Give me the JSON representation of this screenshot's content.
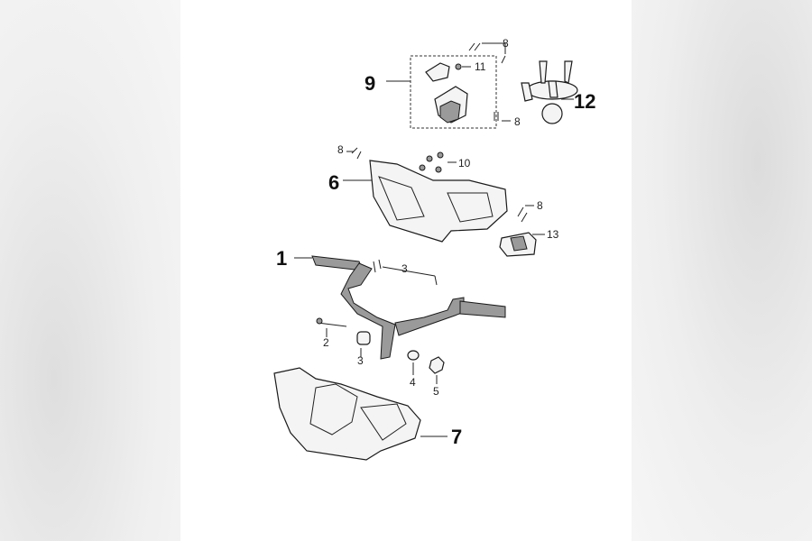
{
  "callouts": {
    "c1": "1",
    "c2": "2",
    "c3a": "3",
    "c3b": "3",
    "c4": "4",
    "c5": "5",
    "c6": "6",
    "c7": "7",
    "c8a": "8",
    "c8b": "8",
    "c8c": "8",
    "c8d": "8",
    "c9": "9",
    "c10": "10",
    "c11": "11",
    "c12": "12",
    "c13": "13"
  },
  "icons": {
    "handlebar": "handlebar-icon",
    "rear-cover": "handlebar-rear-cover-icon",
    "front-cover": "handlebar-front-cover-icon",
    "switch": "ignition-switch-icon",
    "mirror-mount": "mirror-mount-icon"
  }
}
